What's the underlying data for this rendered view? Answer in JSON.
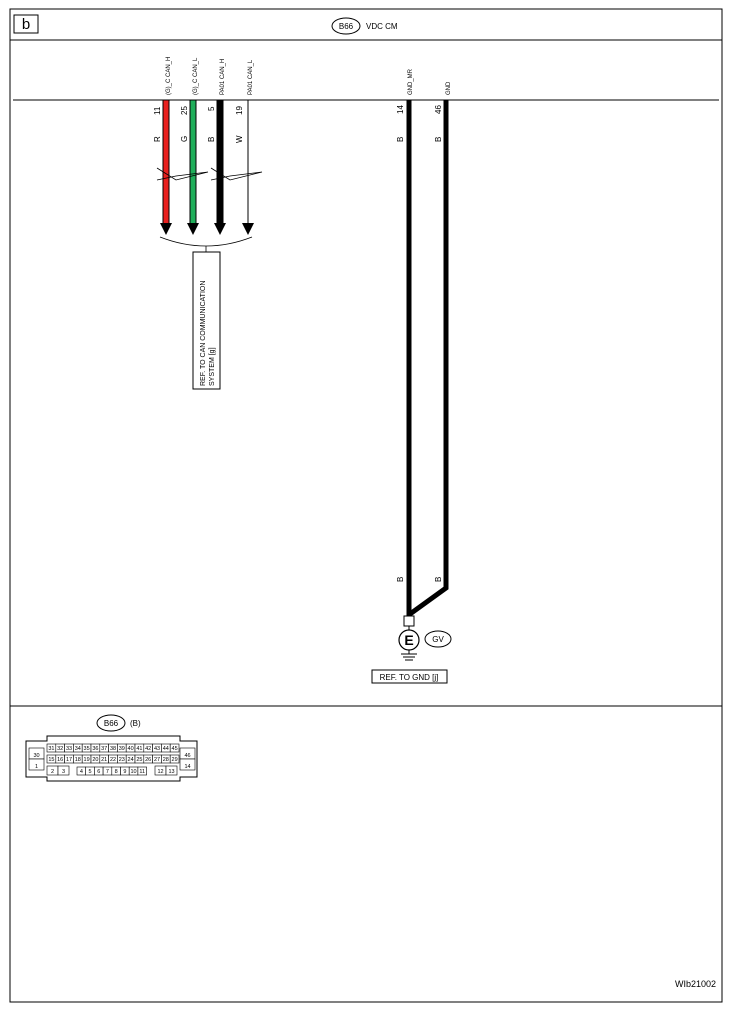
{
  "sheet": {
    "letter": "b",
    "code": "WIb21002"
  },
  "unit": {
    "connector": "B66",
    "name": "VDC CM"
  },
  "can_wires": [
    {
      "signal": "(G)_C CAN_H",
      "pin": "11",
      "color_code": "R",
      "color": "#e8201e"
    },
    {
      "signal": "(G)_C CAN_L",
      "pin": "25",
      "color_code": "G",
      "color": "#1fae5a"
    },
    {
      "signal": "PA01 CAN_H",
      "pin": "5",
      "color_code": "B",
      "color": "#000000"
    },
    {
      "signal": "PA01 CAN_L",
      "pin": "19",
      "color_code": "W",
      "color": "#ffffff"
    }
  ],
  "gnd_wires": [
    {
      "signal": "GND_MR",
      "pin": "14",
      "color_code": "B",
      "color": "#000000"
    },
    {
      "signal": "GND",
      "pin": "46",
      "color_code": "B",
      "color": "#000000"
    }
  ],
  "can_ref": {
    "line1": "REF. TO CAN COMMUNICATION",
    "line2": "SYSTEM [g]"
  },
  "ground": {
    "symbol": "E",
    "name": "GV",
    "ref": "REF. TO GND [j]"
  },
  "connector_view": {
    "label": "B66",
    "suffix": "(B)",
    "top_row": [
      "31",
      "32",
      "33",
      "34",
      "35",
      "36",
      "37",
      "38",
      "39",
      "40",
      "41",
      "42",
      "43",
      "44",
      "45"
    ],
    "mid_row": [
      "15",
      "16",
      "17",
      "18",
      "19",
      "20",
      "21",
      "22",
      "23",
      "24",
      "25",
      "26",
      "27",
      "28",
      "29"
    ],
    "bottom_a": [
      "2",
      "3"
    ],
    "bottom_b": [
      "4",
      "5",
      "6",
      "7",
      "8",
      "9",
      "10",
      "11"
    ],
    "bottom_c": [
      "12",
      "13"
    ],
    "left_top": "30",
    "left_bottom": "1",
    "right_top": "46",
    "right_bottom": "14"
  }
}
